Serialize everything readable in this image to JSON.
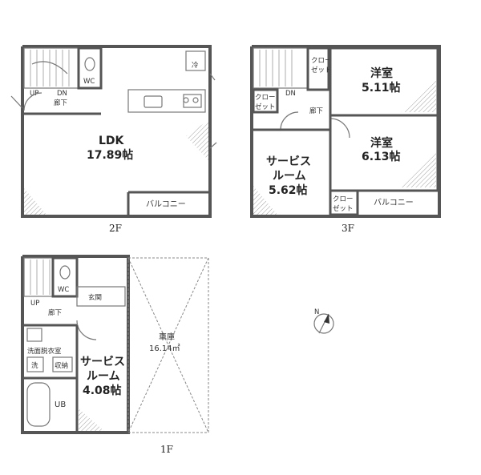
{
  "floors": {
    "f2": {
      "label": "2F",
      "ldk_name": "LDK",
      "ldk_area": "17.89帖",
      "wc": "WC",
      "up": "UP",
      "dn": "DN",
      "hall": "廊下",
      "fridge": "冷",
      "balcony": "バルコニー"
    },
    "f3": {
      "label": "3F",
      "room1_name": "洋室",
      "room1_area": "5.11帖",
      "room2_name": "洋室",
      "room2_area": "6.13帖",
      "service_name1": "サービス",
      "service_name2": "ルーム",
      "service_area": "5.62帖",
      "closet_a": "クロー",
      "closet_b": "ゼット",
      "closet_c": "クロー",
      "closet_d": "ゼット",
      "closet_e": "クロー",
      "closet_f": "ゼット",
      "dn": "DN",
      "hall": "廊下",
      "balcony": "バルコニー"
    },
    "f1": {
      "label": "1F",
      "wc": "WC",
      "up": "UP",
      "hall": "廊下",
      "entrance": "玄関",
      "garage_name": "車庫",
      "garage_area": "16.14㎡",
      "wash_room": "洗面脱衣室",
      "wash": "洗",
      "storage": "収納",
      "bath": "UB",
      "service_name1": "サービス",
      "service_name2": "ルーム",
      "service_area": "4.08帖"
    }
  },
  "compass": "N"
}
